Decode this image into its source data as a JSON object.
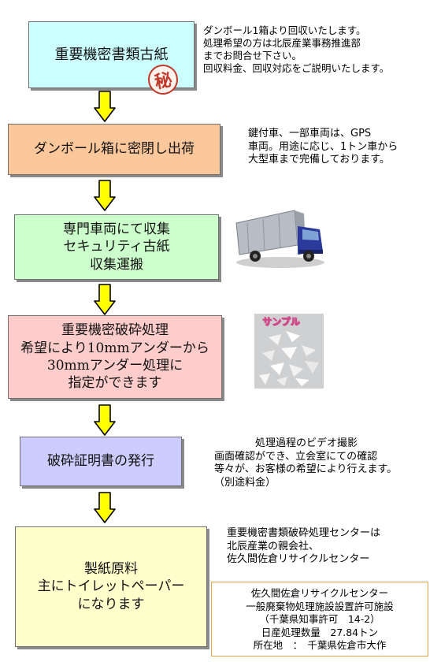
{
  "steps": [
    {
      "text": "重要機密書類古紙",
      "bg": "#ccffff"
    },
    {
      "text": "ダンボール箱に密閉し出荷",
      "bg": "#fcc79a"
    },
    {
      "text": "専門車両にて収集\nセキュリティ古紙\n収集運搬",
      "bg": "#ccffcc"
    },
    {
      "text": "重要機密破砕処理\n希望により10mmアンダーから\n30mmアンダー処理に\n指定ができます",
      "bg": "#ffcccc"
    },
    {
      "text": "破砕証明書の発行",
      "bg": "#ccccff"
    },
    {
      "text": "製紙原料\n主にトイレットペーパー\nになります",
      "bg": "#ffffcc"
    }
  ],
  "stamp_text": "秘",
  "notes": {
    "n1": "ダンボール1箱より回収いたします。\n処理希望の方は北辰産業事務推進部\nまでお問合せ下さい。\n回収料金、回収対応をご説明いたします。",
    "n2": "鍵付車、一部車両は、GPS\n車両。用途に応じ、1トン車から\n大型車まで完備しております。",
    "n3": "　　　　処理過程のビデオ撮影\n画面確認ができ、立会室にての確認\n等々が、お客様の希望により行えます。\n（別途料金）",
    "n4": "重要機密書類破砕処理センターは\n北辰産業の親会社、\n佐久間佐倉リサイクルセンター"
  },
  "sample_label": "サンプル",
  "info_box": "佐久間佐倉リサイクルセンター\n一般廃棄物処理施設設置許可施設\n（千葉県知事許可　14-2）\n日産処理数量　27.84トン\n所在地　：　千葉県佐倉市大作",
  "colors": {
    "arrow_fill": "#ffff00",
    "arrow_stroke": "#000000",
    "stamp": "#c0392b",
    "info_border": "#e0a450"
  }
}
